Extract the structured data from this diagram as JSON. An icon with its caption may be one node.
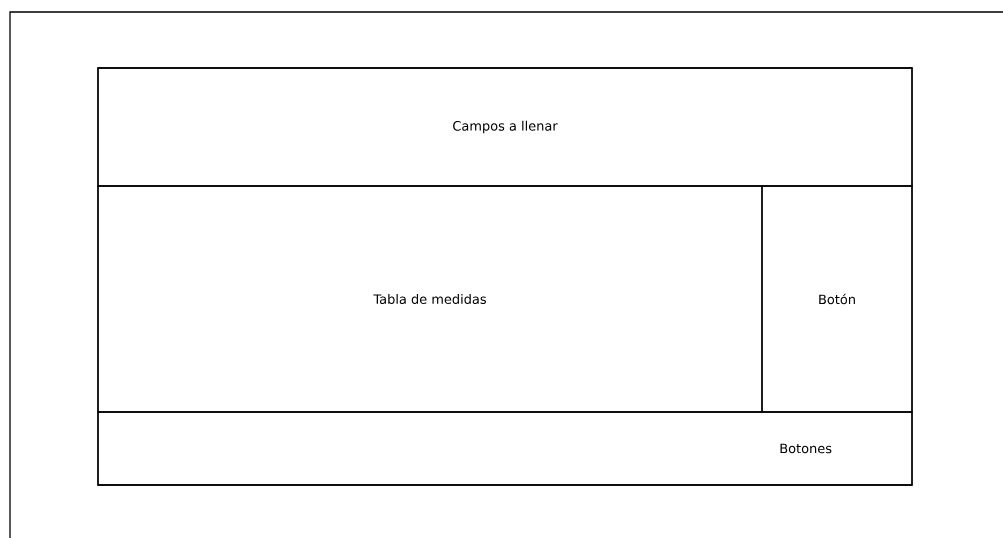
{
  "diagram": {
    "nodes": [
      {
        "text": [],
        "shape": "box"
      },
      {
        "text": [],
        "shape": "box",
        "in": 0
      },
      {
        "text": [
          "Campos a llenar"
        ],
        "in": 1
      },
      {
        "text": [
          "Tabla de medidas"
        ],
        "in": 1
      },
      {
        "text": [
          "Botón"
        ],
        "in": 1
      },
      {
        "text": [
          "Botones"
        ],
        "in": 1
      }
    ]
  }
}
